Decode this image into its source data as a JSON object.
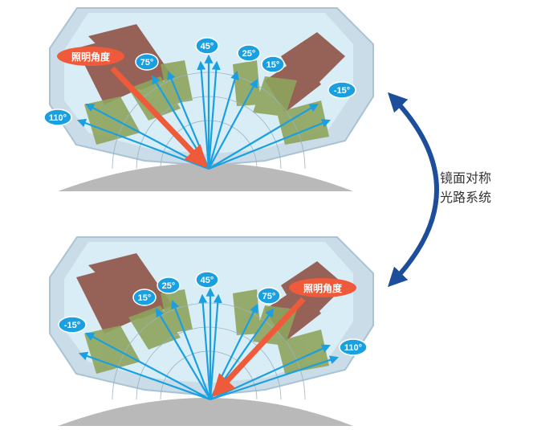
{
  "side_label": {
    "line1": "镜面对称",
    "line2": "光路系统"
  },
  "colors": {
    "beam": "#1aa0e0",
    "highlight": "#ee5a3a",
    "arrow": "#1c4e9c",
    "housing": "#c9dce8",
    "dome": "#b9b9b9",
    "lens": "#d9edf6",
    "brown": "#8b4a3c",
    "green": "#8ea45c"
  },
  "top_panel": {
    "illumination_label": "照明角度",
    "angles": [
      "75°",
      "45°",
      "25°",
      "15°",
      "-15°",
      "110°"
    ]
  },
  "bottom_panel": {
    "illumination_label": "照明角度",
    "angles": [
      "15°",
      "25°",
      "45°",
      "75°",
      "-15°",
      "110°"
    ]
  }
}
